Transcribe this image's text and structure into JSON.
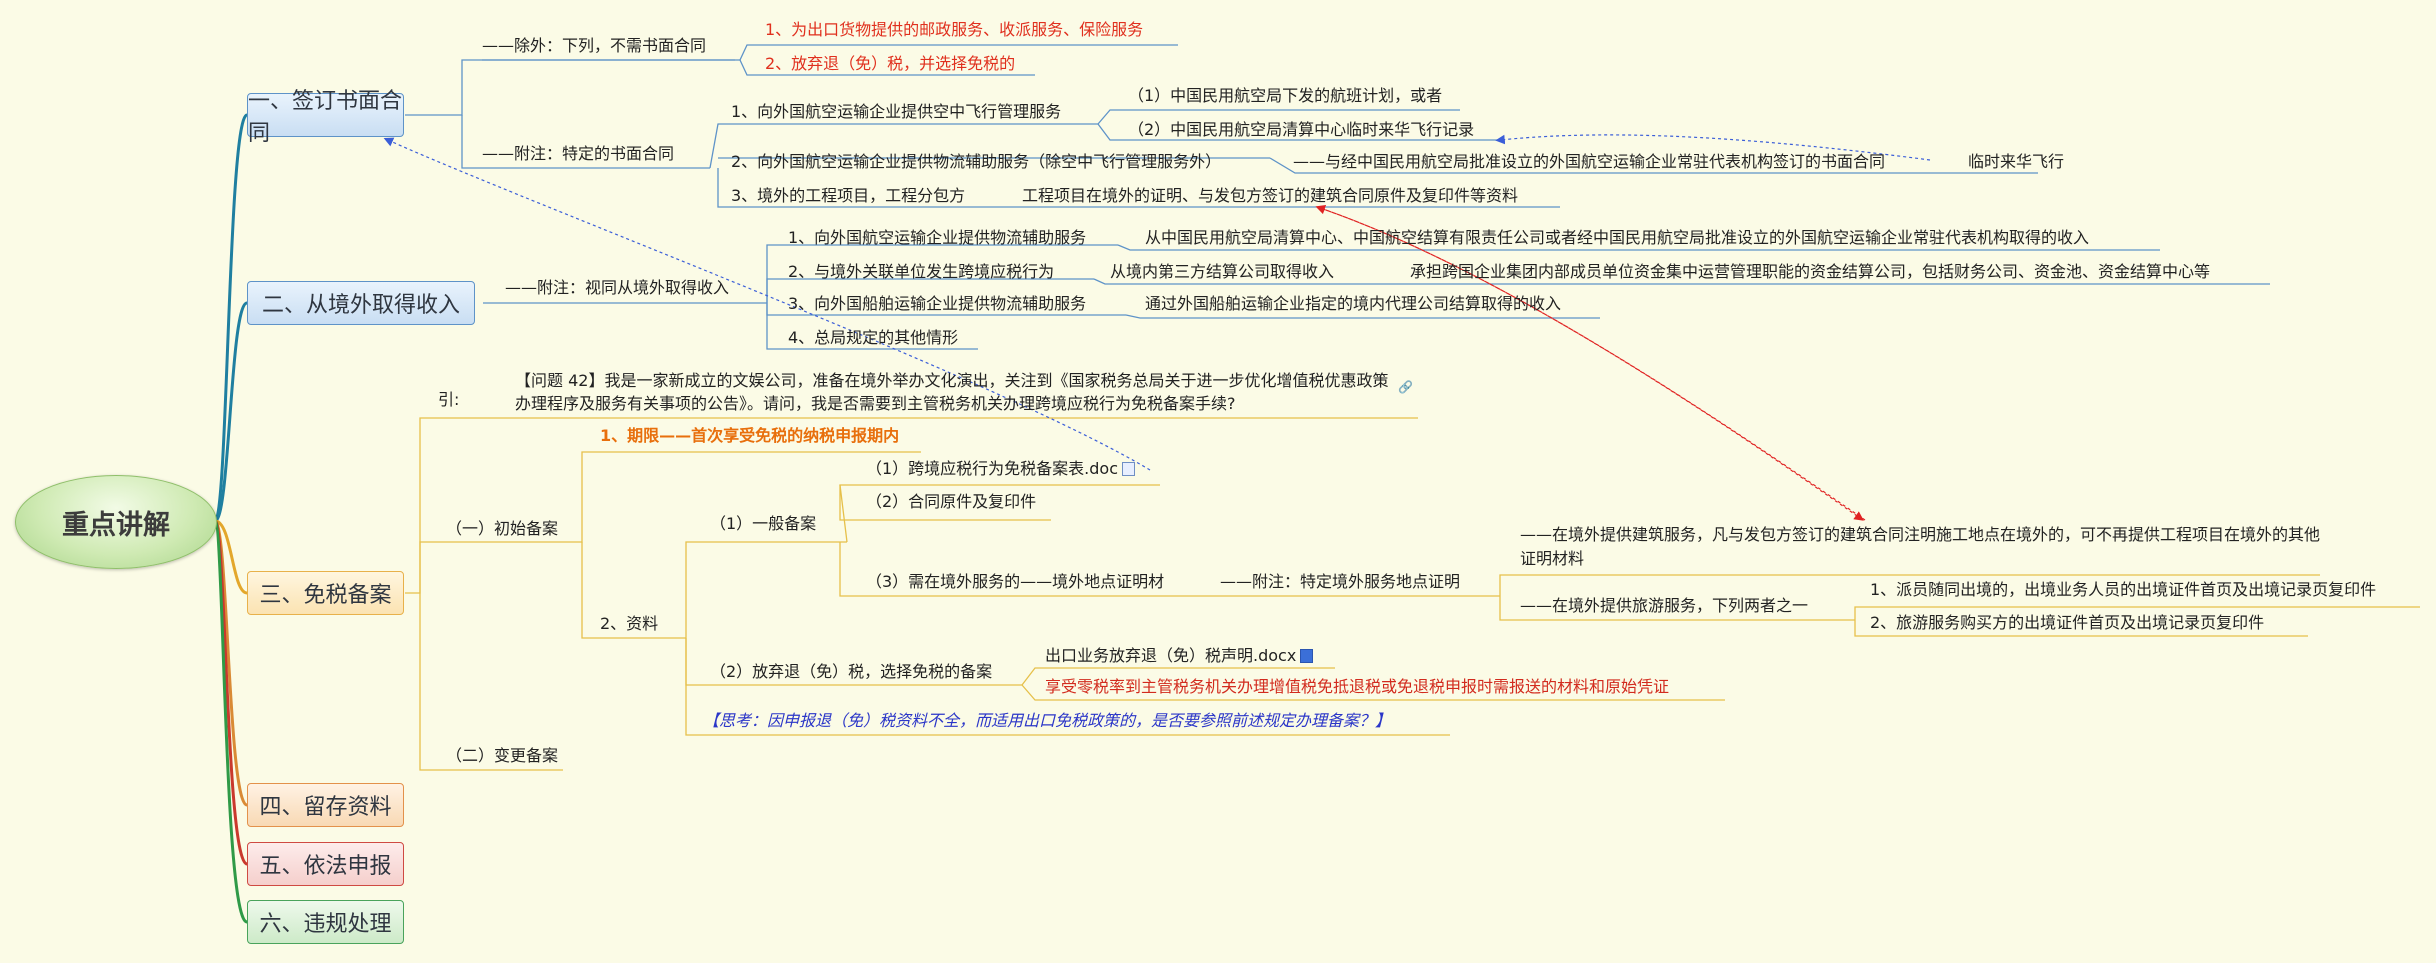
{
  "root": "重点讲解",
  "main_branches": [
    {
      "label": "一、签订书面合同"
    },
    {
      "label": "二、从境外取得收入"
    },
    {
      "label": "三、免税备案"
    },
    {
      "label": "四、留存资料"
    },
    {
      "label": "五、依法申报"
    },
    {
      "label": "六、违规处理"
    }
  ],
  "b1": {
    "except": "——除外：下列，不需书面合同",
    "except_items": [
      "1、为出口货物提供的邮政服务、收派服务、保险服务",
      "2、放弃退（免）税，并选择免税的"
    ],
    "note": "——附注：特定的书面合同",
    "note_items": [
      "1、向外国航空运输企业提供空中飞行管理服务",
      "2、向外国航空运输企业提供物流辅助服务（除空中飞行管理服务外）",
      "3、境外的工程项目，工程分包方"
    ],
    "n1_sub": [
      "（1）中国民用航空局下发的航班计划，或者",
      "（2）中国民用航空局清算中心临时来华飞行记录"
    ],
    "n2_sub": "——与经中国民用航空局批准设立的外国航空运输企业常驻代表机构签订的书面合同",
    "n2_sub2": "临时来华飞行",
    "n3_sub": "工程项目在境外的证明、与发包方签订的建筑合同原件及复印件等资料"
  },
  "b2": {
    "note": "——附注：视同从境外取得收入",
    "items": [
      "1、向外国航空运输企业提供物流辅助服务",
      "2、与境外关联单位发生跨境应税行为",
      "3、向外国船舶运输企业提供物流辅助服务",
      "4、总局规定的其他情形"
    ],
    "details": [
      "从中国民用航空局清算中心、中国航空结算有限责任公司或者经中国民用航空局批准设立的外国航空运输企业常驻代表机构取得的收入",
      "从境内第三方结算公司取得收入",
      "承担跨国企业集团内部成员单位资金集中运营管理职能的资金结算公司，包括财务公司、资金池、资金结算中心等",
      "通过外国船舶运输企业指定的境内代理公司结算取得的收入"
    ]
  },
  "b3": {
    "intro_label": "引:",
    "intro_text": "【问题 42】我是一家新成立的文娱公司，准备在境外举办文化演出，关注到《国家税务总局关于进一步优化增值税优惠政策办理程序及服务有关事项的公告》。请问，我是否需要到主管税务机关办理跨境应税行为免税备案手续?",
    "initial": "（一）初始备案",
    "change": "（二）变更备案",
    "period": "1、期限——首次享受免税的纳税申报期内",
    "materials": "2、资料",
    "general": "（1）一般备案",
    "general_items": [
      "（1）跨境应税行为免税备案表.doc",
      "（2）合同原件及复印件",
      "（3）需在境外服务的——境外地点证明材"
    ],
    "special_note": "——附注：特定境外服务地点证明",
    "build": "——在境外提供建筑服务，凡与发包方签订的建筑合同注明施工地点在境外的，可不再提供工程项目在境外的其他证明材料",
    "tour": "——在境外提供旅游服务，下列两者之一",
    "tour_items": [
      "1、派员随同出境的，出境业务人员的出境证件首页及出境记录页复印件",
      "2、旅游服务购买方的出境证件首页及出境记录页复印件"
    ],
    "waive": "（2）放弃退（免）税，选择免税的备案",
    "waive_items": [
      "出口业务放弃退（免）税声明.docx",
      "享受零税率到主管税务机关办理增值税免抵退税或免退税申报时需报送的材料和原始凭证"
    ],
    "think": "【思考：因申报退（免）税资料不全，而适用出口免税政策的，是否要参照前述规定办理备案？】"
  },
  "colors": {
    "background": "#fbfbe6",
    "branch1": "#5e93c8",
    "branch2": "#5e93c8",
    "branch3": "#e8b14a",
    "branch4": "#e3914b",
    "branch5": "#cf4a42",
    "branch6": "#49a35b",
    "red_text": "#e0301e",
    "orange_text": "#e86f0c",
    "blue_text": "#2b36c8"
  }
}
